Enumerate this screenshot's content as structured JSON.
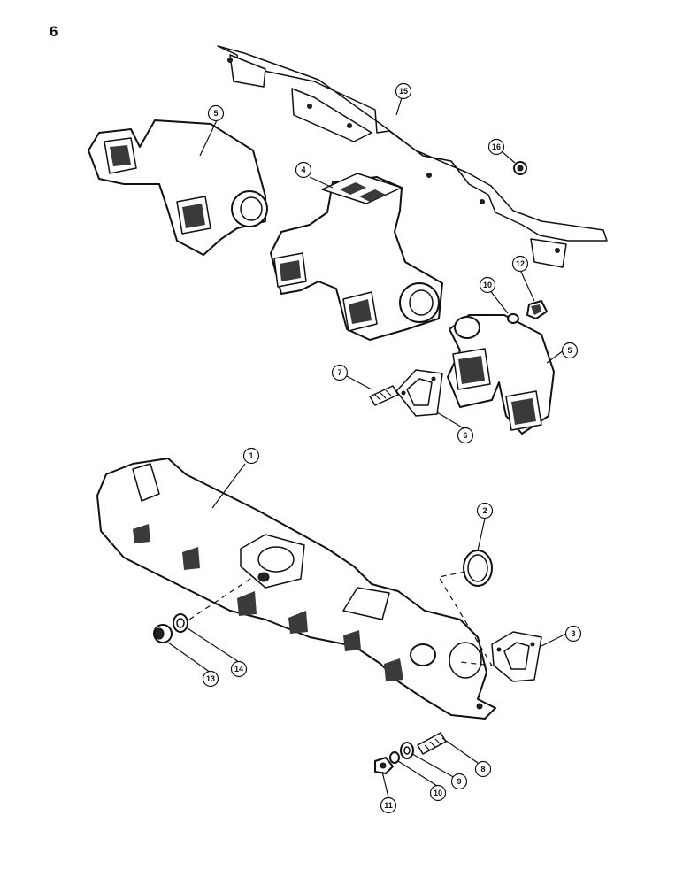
{
  "page": {
    "number": "6"
  },
  "callouts": [
    {
      "id": "1",
      "label": "1",
      "part": "exhaust-manifold"
    },
    {
      "id": "2",
      "label": "2",
      "part": "seal-ring"
    },
    {
      "id": "3",
      "label": "3",
      "part": "gasket"
    },
    {
      "id": "4",
      "label": "4",
      "part": "center-manifold-section"
    },
    {
      "id": "5a",
      "label": "5",
      "part": "manifold-elbow"
    },
    {
      "id": "5b",
      "label": "5",
      "part": "manifold-elbow"
    },
    {
      "id": "6",
      "label": "6",
      "part": "gasket"
    },
    {
      "id": "7",
      "label": "7",
      "part": "stud"
    },
    {
      "id": "8",
      "label": "8",
      "part": "stud"
    },
    {
      "id": "9",
      "label": "9",
      "part": "flat-washer"
    },
    {
      "id": "10a",
      "label": "10",
      "part": "lock-washer"
    },
    {
      "id": "10b",
      "label": "10",
      "part": "lock-washer"
    },
    {
      "id": "11",
      "label": "11",
      "part": "nut"
    },
    {
      "id": "12",
      "label": "12",
      "part": "nut"
    },
    {
      "id": "13",
      "label": "13",
      "part": "plug"
    },
    {
      "id": "14",
      "label": "14",
      "part": "washer"
    },
    {
      "id": "15",
      "label": "15",
      "part": "heat-shield"
    },
    {
      "id": "16",
      "label": "16",
      "part": "nut"
    }
  ]
}
